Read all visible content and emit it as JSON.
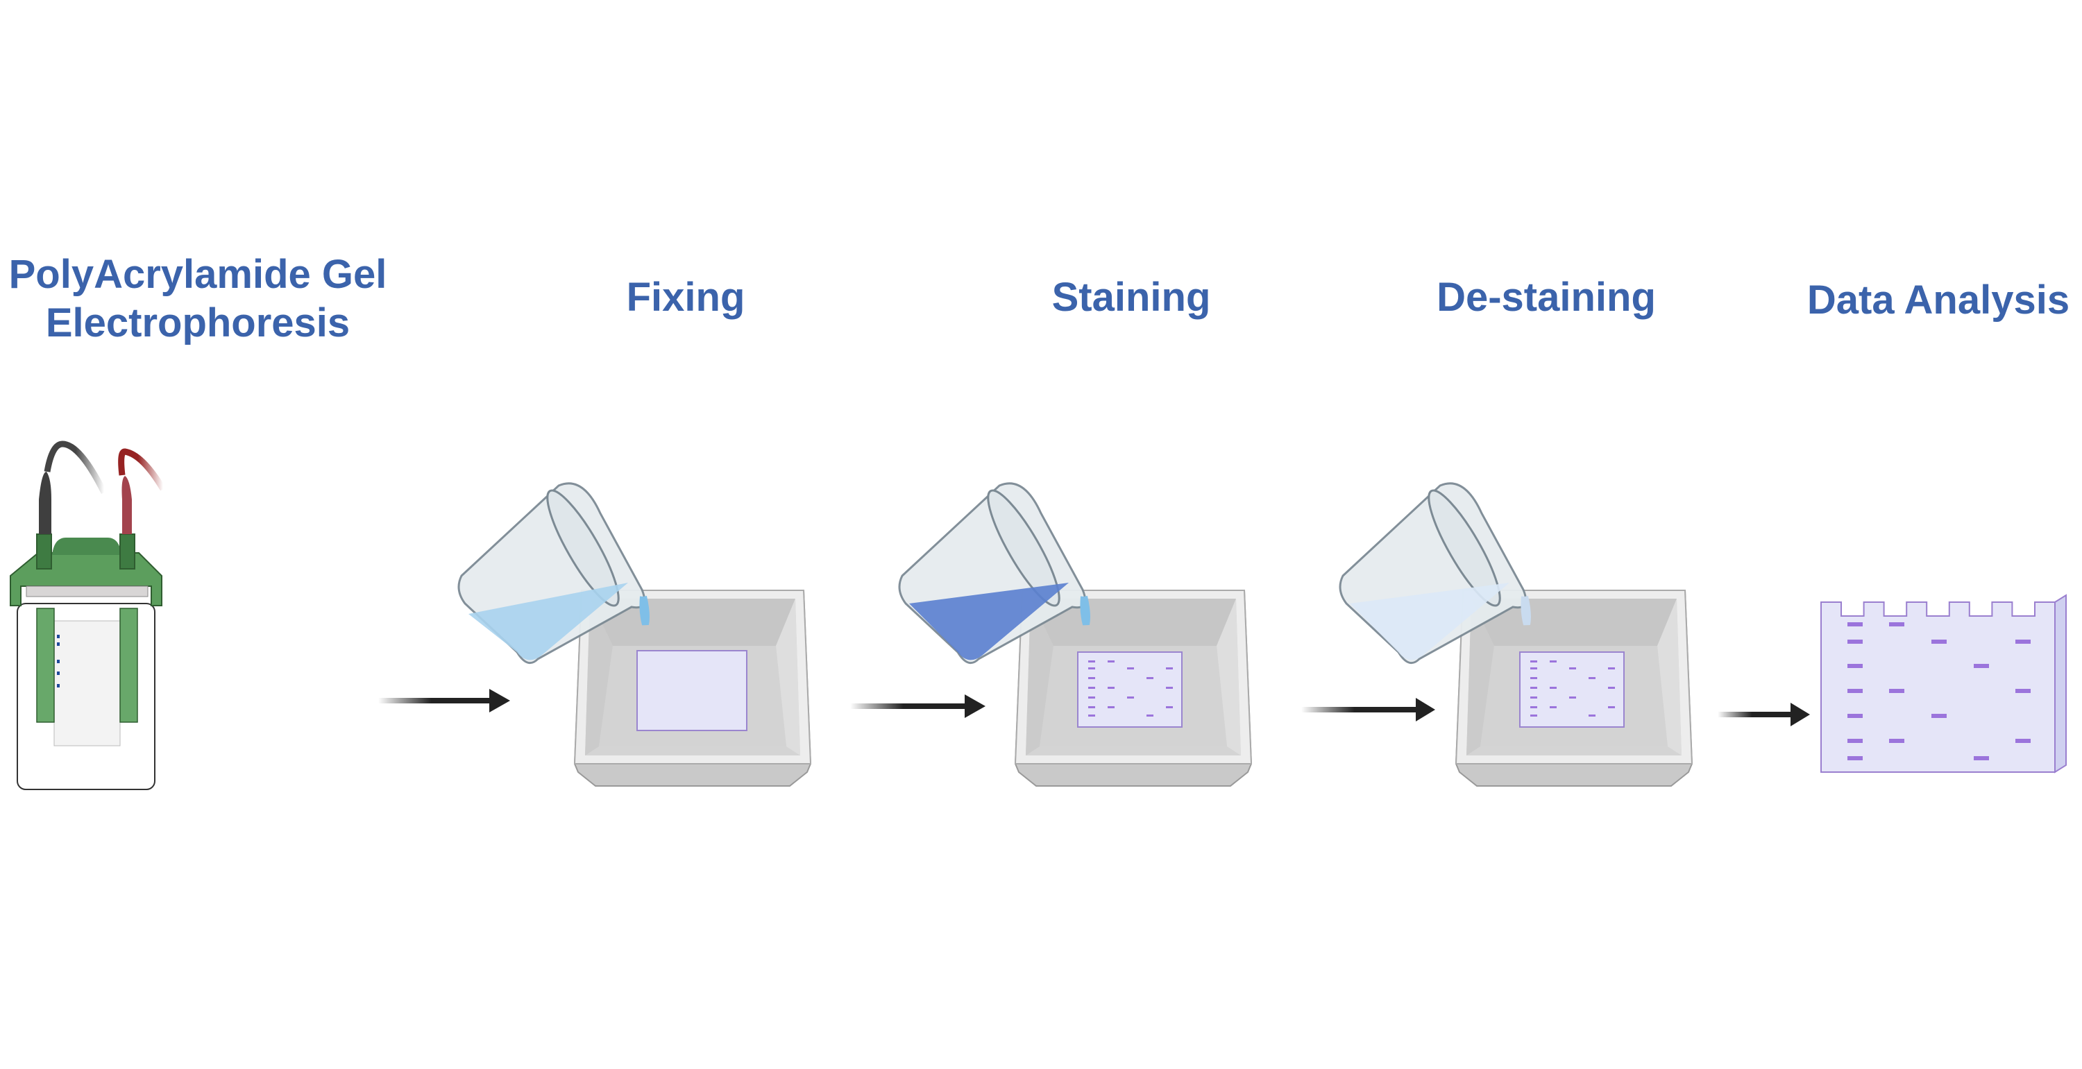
{
  "steps": [
    {
      "title_lines": [
        "PolyAcrylamide Gel",
        "Electrophoresis"
      ]
    },
    {
      "title_lines": [
        "Fixing"
      ]
    },
    {
      "title_lines": [
        "Staining"
      ]
    },
    {
      "title_lines": [
        "De-staining"
      ]
    },
    {
      "title_lines": [
        "Data Analysis"
      ]
    }
  ],
  "colors": {
    "title": "#3b63ab",
    "apparatus_green": "#4a8a4f",
    "gel": "#e5e5f8",
    "band": "#9b74dc",
    "fixing_liquid": "#a9d3ee",
    "staining_liquid": "#5a7fcf",
    "destaining_liquid": "#dce9f7",
    "arrow": "#222222"
  },
  "icons": [
    "electrophoresis-apparatus-icon",
    "beaker-icon",
    "tray-icon",
    "gel-icon",
    "arrow-right-icon"
  ],
  "data_gel_lanes": [
    [
      0,
      1,
      2,
      3,
      4,
      5,
      6
    ],
    [
      0,
      3,
      5
    ],
    [
      1,
      4
    ],
    [
      2,
      6
    ],
    [
      1,
      3,
      5
    ]
  ]
}
